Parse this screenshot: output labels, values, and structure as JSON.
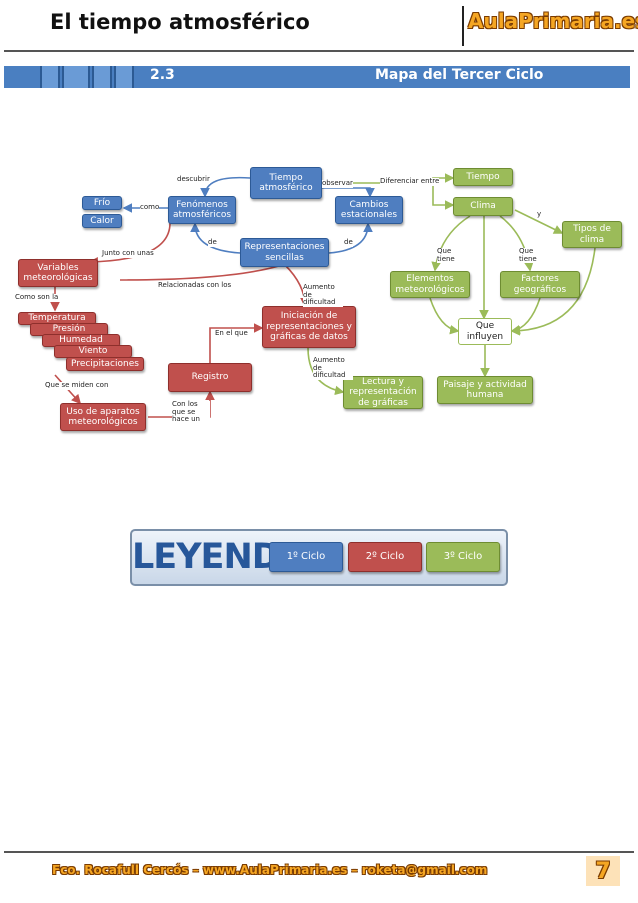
{
  "header": {
    "title": "El tiempo atmosférico",
    "brand": "AulaPrimaria.es"
  },
  "section": {
    "number": "2.3",
    "title": "Mapa del Tercer Ciclo"
  },
  "map": {
    "blue": {
      "tiempo_atmosferico": "Tiempo atmosférico",
      "fenomenos": "Fenómenos atmosféricos",
      "cambios": "Cambios estacionales",
      "representaciones": "Representaciones sencillas",
      "frio": "Frío",
      "calor": "Calor"
    },
    "red": {
      "variables": "Variables meteorológicas",
      "temperatura": "Temperatura",
      "presion": "Presión",
      "humedad": "Humedad",
      "viento": "Viento",
      "precipitaciones": "Precipitaciones",
      "uso_aparatos": "Uso de aparatos meteorológicos",
      "registro": "Registro",
      "iniciacion": "Iniciación de representaciones y gráficas de datos"
    },
    "green": {
      "tiempo": "Tiempo",
      "clima": "Clima",
      "tipos_clima": "Tipos de clima",
      "elementos": "Elementos meteorológicos",
      "factores": "Factores geográficos",
      "que_influyen": "Que influyen",
      "paisaje": "Paisaje y actividad humana",
      "lectura": "Lectura y representación de gráficas"
    },
    "labels": {
      "descubrir": "descubrir",
      "observar": "observar",
      "diferenciar": "Diferenciar entre",
      "como": "como",
      "de1": "de",
      "de2": "de",
      "junto": "Junto con unas",
      "relacionadas": "Relacionadas con los",
      "como_son": "Como son la",
      "se_miden": "Que se miden con",
      "con_los_que": "Con los que se hace un",
      "en_el_que": "En el que",
      "aumento1": "Aumento de dificultad",
      "aumento2": "Aumento de dificultad",
      "que_tiene1": "Que tiene",
      "que_tiene2": "Que tiene",
      "y": "y"
    }
  },
  "legend": {
    "word": "LEYENDA",
    "c1": "1º Ciclo",
    "c2": "2º Ciclo",
    "c3": "3º Ciclo"
  },
  "footer": {
    "text": "Fco. Rocafull Cercós – www.AulaPrimaria.es – roketa@gmail.com",
    "page": "7"
  },
  "colors": {
    "blue": "#4f7ec0",
    "red": "#c0504d",
    "green": "#9bbb59",
    "brand": "#f5a623"
  }
}
